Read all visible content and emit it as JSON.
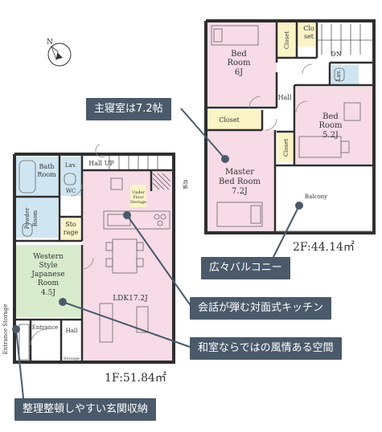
{
  "floors": {
    "first": {
      "area": "1F:51.84㎡",
      "rooms": {
        "bath": [
          "Bath",
          "Room"
        ],
        "lav": "Lav.",
        "wc": "WC",
        "hall_up": "Hall  UP",
        "powder": [
          "Powder",
          "Room"
        ],
        "storage_small": [
          "Sto",
          "rage"
        ],
        "western": [
          "Western",
          "Style",
          "Japanese",
          "Room",
          "4.5J"
        ],
        "under_floor": [
          "Under",
          "Floor",
          "Storage"
        ],
        "ldk": "LDK17.2J",
        "entrance": "Entrance",
        "hall": "Hall",
        "storage": "Storage",
        "entrance_storage": "Entrance Storage",
        "side_note": "吹抜"
      }
    },
    "second": {
      "area": "2F:44.14㎡",
      "rooms": {
        "bed_6": [
          "Bed",
          "Room",
          "6J"
        ],
        "closet_v1": "Closet",
        "closet_small": [
          "Clo",
          "set"
        ],
        "dn": "DN",
        "lav": "Lav.",
        "hall": "Hall",
        "closet_h": "Closet",
        "bed_52": [
          "Bed",
          "Room",
          "5.2J"
        ],
        "closet_v2": "Closet",
        "master": [
          "Master",
          "Bed Room",
          "7.2J"
        ],
        "balcony": "Balcony"
      }
    }
  },
  "callouts": {
    "master_bedroom": "主寝室は7.2帖",
    "balcony": "広々バルコニー",
    "kitchen": "会話が弾む対面式キッチン",
    "japanese_room": "和室ならではの風情ある空間",
    "entrance_storage": "整理整頓しやすい玄関収納"
  },
  "icons": {
    "compass": "north-arrow-icon"
  },
  "colors": {
    "wall": "#2f2f2f",
    "pink": "#f7dbe6",
    "green": "#d8ebcc",
    "blue": "#cfe6f2",
    "yellow": "#fbf4c6",
    "callout": "#4a5a6b",
    "leader_dot": "#4a5a6b"
  }
}
